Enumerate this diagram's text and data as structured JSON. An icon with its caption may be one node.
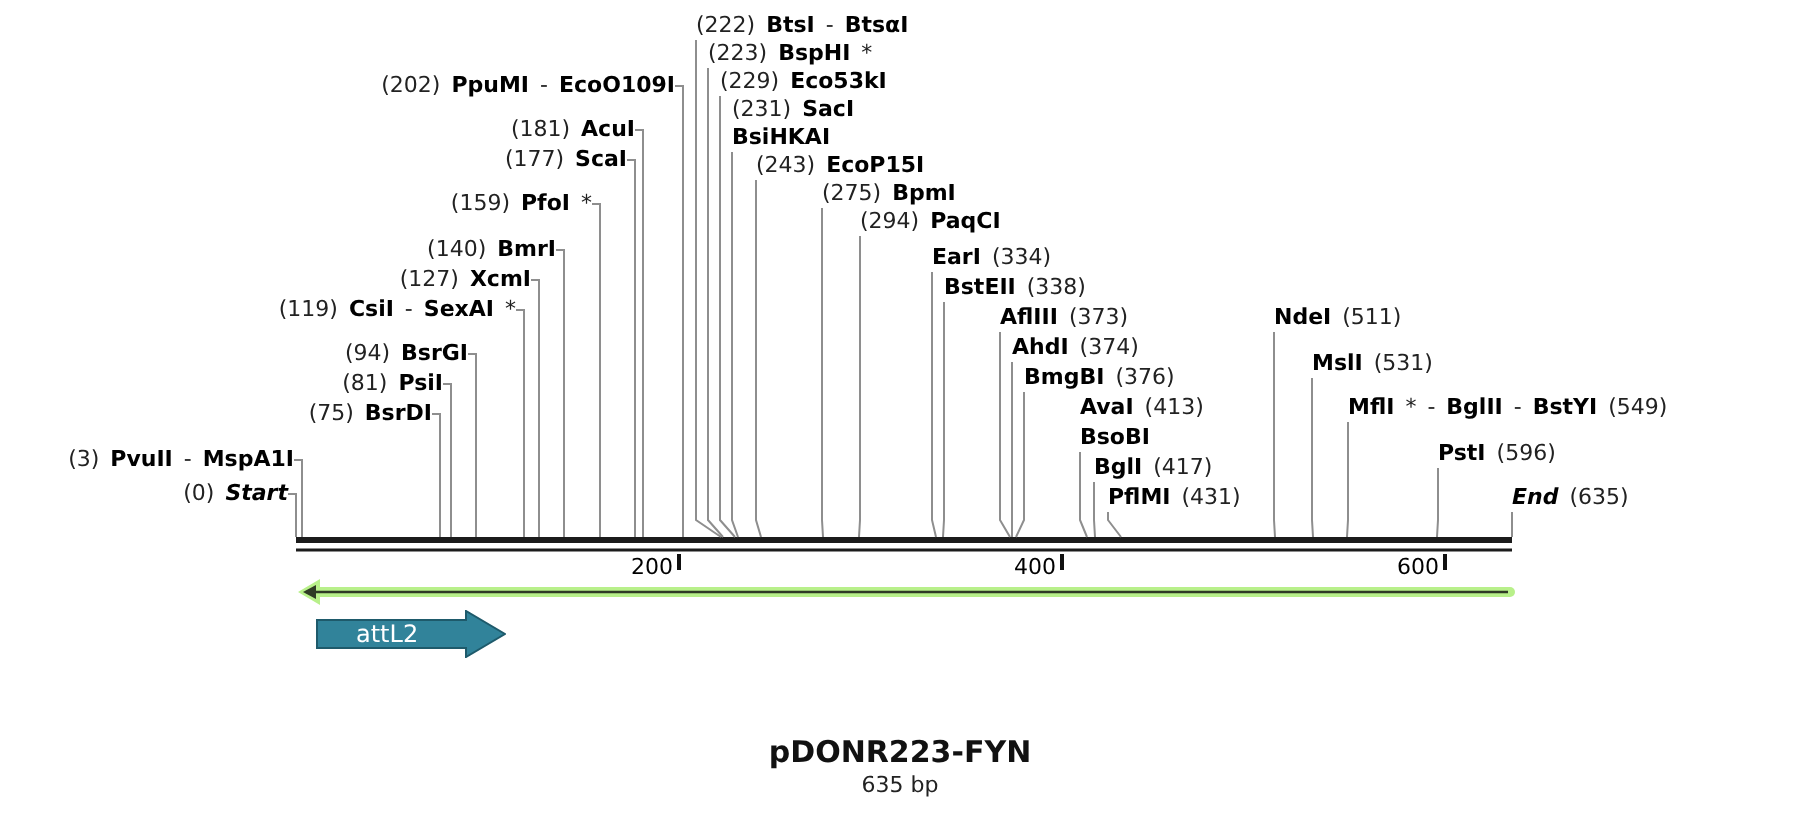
{
  "diagram": {
    "title": "pDONR223-FYN",
    "caption": "635 bp",
    "nodes": [
      {
        "text": [
          "(202) **PpuMI** - **EcoO109I**"
        ]
      },
      {
        "text": [
          "(181) **AcuI**"
        ]
      },
      {
        "text": [
          "(177) **ScaI**"
        ]
      },
      {
        "text": [
          "(159) **PfoI** *"
        ]
      },
      {
        "text": [
          "(294) **PaqCI**"
        ]
      },
      {
        "text": [
          "**EarI** (334)"
        ]
      },
      {
        "text": [
          "(140) **BmrI**"
        ]
      },
      {
        "text": [
          "**BstEII** (338)"
        ]
      },
      {
        "text": [
          "(275) **BpmI**"
        ]
      },
      {
        "text": [
          "(127) **XcmI**"
        ]
      },
      {
        "text": [
          "**AflIII** (373)"
        ]
      },
      {
        "text": [
          "(119) **CsiI** - **SexAI** *"
        ]
      },
      {
        "text": [
          "(243) **EcoP15I**"
        ]
      },
      {
        "text": [
          "**NdeI** (511)"
        ]
      },
      {
        "text": [
          "**AhdI** (374)"
        ]
      },
      {
        "text": [
          "(94) **BsrGI**"
        ]
      },
      {
        "text": [
          "**BmgBI** (376)"
        ]
      },
      {
        "text": [
          "**MslI** (531)"
        ]
      },
      {
        "text": [
          "(231) **SacI**"
        ]
      },
      {
        "text": [
          "(81) **PsiI**"
        ]
      },
      {
        "text": [
          "BsiHKAI"
        ]
      },
      {
        "text": [
          "**AvaI** (413)"
        ]
      },
      {
        "text": [
          "**MflI** * - **BglII** - **BstYI** (549)"
        ]
      },
      {
        "text": [
          "(75) **BsrDI**"
        ]
      },
      {
        "text": [
          "(229) **Eco53kI**"
        ]
      },
      {
        "text": [
          "BsoBI"
        ]
      },
      {
        "text": [
          "**PstI** (596)"
        ]
      },
      {
        "text": [
          "(3) **PvuII** - **MspA1I**"
        ]
      },
      {
        "text": [
          "(223) **BspHI** *"
        ]
      },
      {
        "text": [
          "**BglI** (417)"
        ]
      },
      {
        "text": [
          "(0) *Start*"
        ]
      },
      {
        "text": [
          "(222) **BtsI** - **BtsαI**"
        ]
      },
      {
        "text": [
          "**PflMI** (431)"
        ]
      },
      {
        "text": [
          "*End* (635)"
        ]
      },
      {
        "text": [],
        "shape": "bar"
      },
      {
        "text": [
          "attL2"
        ]
      }
    ],
    "edges": [
      {
        "from": 0,
        "to": 34,
        "arrow": "none"
      },
      {
        "from": 1,
        "to": 34,
        "arrow": "none"
      },
      {
        "from": 2,
        "to": 34,
        "arrow": "none"
      },
      {
        "from": 3,
        "to": 34,
        "arrow": "none"
      },
      {
        "from": 4,
        "to": 34,
        "arrow": "none"
      },
      {
        "from": 5,
        "to": 34,
        "arrow": "none"
      },
      {
        "from": 6,
        "to": 34,
        "arrow": "none"
      },
      {
        "from": 7,
        "to": 34,
        "arrow": "none"
      },
      {
        "from": 8,
        "to": 34,
        "arrow": "none"
      },
      {
        "from": 9,
        "to": 34,
        "arrow": "none"
      },
      {
        "from": 10,
        "to": 34,
        "arrow": "none"
      },
      {
        "from": 11,
        "to": 34,
        "arrow": "none"
      },
      {
        "from": 12,
        "to": 34,
        "arrow": "none"
      },
      {
        "from": 13,
        "to": 34,
        "arrow": "none"
      },
      {
        "from": 14,
        "to": 34,
        "arrow": "none"
      },
      {
        "from": 15,
        "to": 34,
        "arrow": "none"
      },
      {
        "from": 16,
        "to": 34,
        "arrow": "none"
      },
      {
        "from": 17,
        "to": 34,
        "arrow": "none"
      },
      {
        "from": 19,
        "to": 34,
        "arrow": "none"
      },
      {
        "from": 20,
        "to": 34,
        "arrow": "none"
      },
      {
        "from": 22,
        "to": 34,
        "arrow": "none"
      },
      {
        "from": 23,
        "to": 34,
        "arrow": "none"
      },
      {
        "from": 24,
        "to": 34,
        "arrow": "none"
      },
      {
        "from": 25,
        "to": 34,
        "arrow": "none"
      },
      {
        "from": 26,
        "to": 34,
        "arrow": "none"
      },
      {
        "from": 27,
        "to": 34,
        "arrow": "none"
      },
      {
        "from": 28,
        "to": 34,
        "arrow": "none"
      },
      {
        "from": 29,
        "to": 34,
        "arrow": "none"
      },
      {
        "from": 30,
        "to": 34,
        "arrow": "none"
      },
      {
        "from": 31,
        "to": 34,
        "arrow": "none"
      },
      {
        "from": 32,
        "to": 34,
        "arrow": "none"
      },
      {
        "from": 33,
        "to": 34,
        "arrow": "none"
      }
    ],
    "labels": [
      "200",
      "400",
      "600"
    ]
  }
}
